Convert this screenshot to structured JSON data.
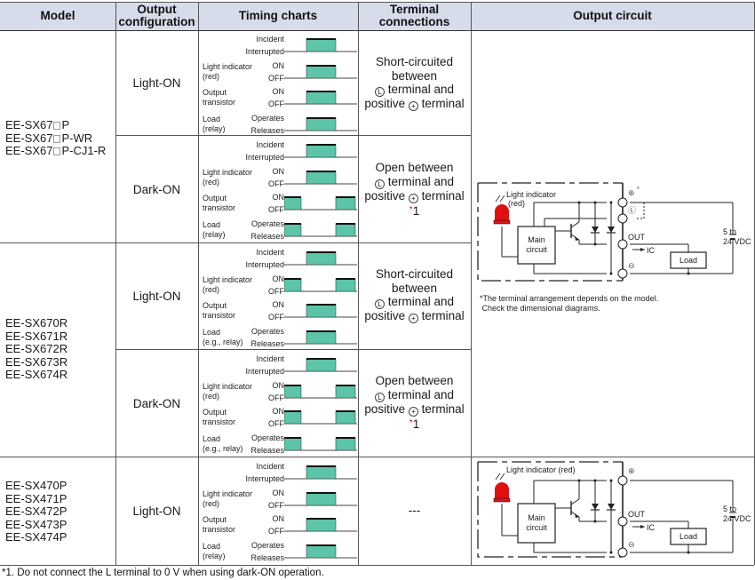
{
  "header": {
    "model": "Model",
    "output_configuration": "Output configuration",
    "timing_charts": "Timing charts",
    "terminal_connections": "Terminal connections",
    "output_circuit": "Output circuit"
  },
  "colors": {
    "header_bg": "#d6dcea",
    "pulse_fill": "#5cc4a8",
    "indicator_red": "#e01010"
  },
  "groups": [
    {
      "models": [
        "EE-SX67□P",
        "EE-SX67□P-WR",
        "EE-SX67□P-CJ1-R"
      ],
      "rows": [
        {
          "config": "Light-ON",
          "terminal": [
            "Short-circuited",
            "between",
            "Ⓛ terminal and",
            "positive ⊕ terminal"
          ],
          "terminal_note": "",
          "timing": [
            {
              "label1": "",
              "label2": "",
              "hi": "Incident",
              "lo": "Interrupted",
              "pattern": "pulse"
            },
            {
              "label1": "Light indicator",
              "label2": "(red)",
              "hi": "ON",
              "lo": "OFF",
              "pattern": "pulse"
            },
            {
              "label1": "Output",
              "label2": "transistor",
              "hi": "ON",
              "lo": "OFF",
              "pattern": "pulse"
            },
            {
              "label1": "Load",
              "label2": "(relay)",
              "hi": "Operates",
              "lo": "Releases",
              "pattern": "pulse"
            }
          ]
        },
        {
          "config": "Dark-ON",
          "terminal": [
            "Open between",
            "Ⓛ terminal and",
            "positive ⊕ terminal"
          ],
          "terminal_note": "1",
          "timing": [
            {
              "label1": "",
              "label2": "",
              "hi": "Incident",
              "lo": "Interrupted",
              "pattern": "pulse"
            },
            {
              "label1": "Light indicator",
              "label2": "(red)",
              "hi": "ON",
              "lo": "OFF",
              "pattern": "pulse"
            },
            {
              "label1": "Output",
              "label2": "transistor",
              "hi": "ON",
              "lo": "OFF",
              "pattern": "inverse"
            },
            {
              "label1": "Load",
              "label2": "(relay)",
              "hi": "Operates",
              "lo": "Releases",
              "pattern": "inverse"
            }
          ]
        }
      ]
    },
    {
      "models": [
        "EE-SX670R",
        "EE-SX671R",
        "EE-SX672R",
        "EE-SX673R",
        "EE-SX674R"
      ],
      "rows": [
        {
          "config": "Light-ON",
          "terminal": [
            "Short-circuited",
            "between",
            "Ⓛ terminal and",
            "positive ⊕ terminal"
          ],
          "terminal_note": "",
          "timing": [
            {
              "label1": "",
              "label2": "",
              "hi": "Incident",
              "lo": "Interrupted",
              "pattern": "pulse"
            },
            {
              "label1": "Light indicator",
              "label2": "(red)",
              "hi": "ON",
              "lo": "OFF",
              "pattern": "inverse"
            },
            {
              "label1": "Output",
              "label2": "transistor",
              "hi": "ON",
              "lo": "OFF",
              "pattern": "pulse"
            },
            {
              "label1": "Load",
              "label2": "(e.g., relay)",
              "hi": "Operates",
              "lo": "Releases",
              "pattern": "pulse"
            }
          ]
        },
        {
          "config": "Dark-ON",
          "terminal": [
            "Open between",
            "Ⓛ terminal and",
            "positive ⊕ terminal"
          ],
          "terminal_note": "1",
          "timing": [
            {
              "label1": "",
              "label2": "",
              "hi": "Incident",
              "lo": "Interrupted",
              "pattern": "pulse"
            },
            {
              "label1": "Light indicator",
              "label2": "(red)",
              "hi": "ON",
              "lo": "OFF",
              "pattern": "inverse"
            },
            {
              "label1": "Output",
              "label2": "transistor",
              "hi": "ON",
              "lo": "OFF",
              "pattern": "inverse"
            },
            {
              "label1": "Load",
              "label2": "(e.g., relay)",
              "hi": "Operates",
              "lo": "Releases",
              "pattern": "inverse"
            }
          ]
        }
      ]
    },
    {
      "models": [
        "EE-SX470P",
        "EE-SX471P",
        "EE-SX472P",
        "EE-SX473P",
        "EE-SX474P"
      ],
      "rows": [
        {
          "config": "Light-ON",
          "terminal": [
            "---"
          ],
          "terminal_note": "",
          "timing": [
            {
              "label1": "",
              "label2": "",
              "hi": "Incident",
              "lo": "Interrupted",
              "pattern": "pulse"
            },
            {
              "label1": "Light indicator",
              "label2": "(red)",
              "hi": "ON",
              "lo": "OFF",
              "pattern": "pulse"
            },
            {
              "label1": "Output",
              "label2": "transistor",
              "hi": "ON",
              "lo": "OFF",
              "pattern": "pulse"
            },
            {
              "label1": "Load",
              "label2": "(relay)",
              "hi": "Operates",
              "lo": "Releases",
              "pattern": "pulse"
            }
          ]
        }
      ]
    }
  ],
  "circuits": [
    {
      "indicator_label": "Light indicator",
      "indicator_label2": "(red)",
      "main_circuit": [
        "Main",
        "circuit"
      ],
      "terminals": {
        "plus": "⊕",
        "l": "Ⓛ",
        "out": "OUT",
        "minus": "⊖"
      },
      "plus_asterisk": "*",
      "ic": "IC",
      "load": "Load",
      "supply": [
        "5 to",
        "24 VDC"
      ],
      "note": "*The terminal arrangement depends on the model.\n Check the dimensional diagrams."
    },
    {
      "indicator_label": "Light indicator (red)",
      "indicator_label2": "",
      "main_circuit": [
        "Main",
        "circuit"
      ],
      "terminals": {
        "plus": "⊕",
        "out": "OUT",
        "minus": "⊖"
      },
      "ic": "IC",
      "load": "Load",
      "supply": [
        "5 to",
        "24 VDC"
      ]
    }
  ],
  "footnote": "*1. Do not connect the L terminal to 0 V when using dark-ON operation."
}
